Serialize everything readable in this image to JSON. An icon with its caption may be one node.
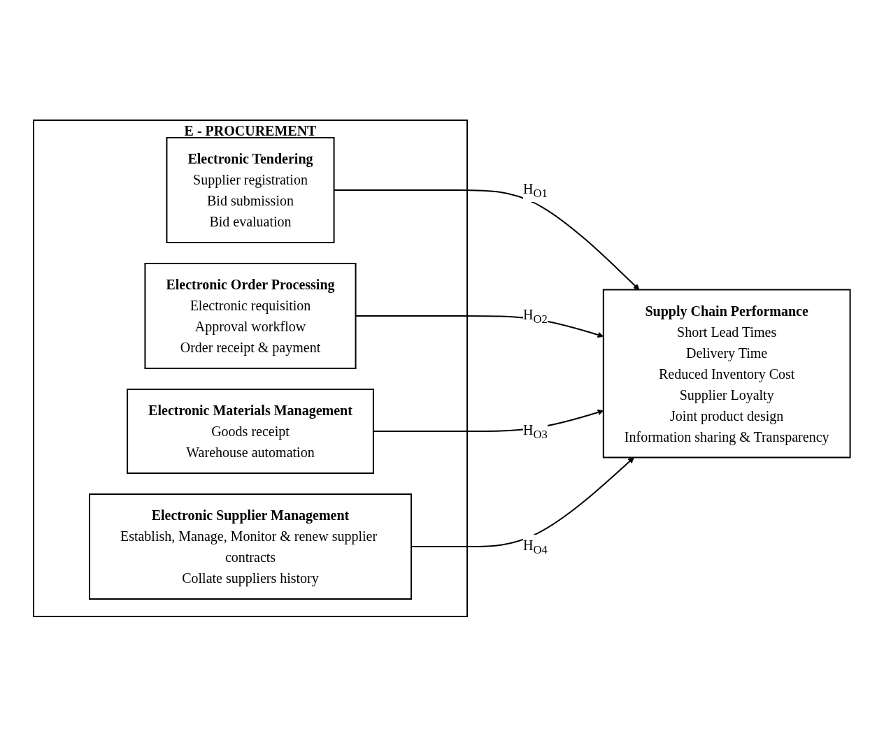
{
  "diagram": {
    "nodes": [
      {
        "text": [
          "E - PROCUREMENT"
        ]
      },
      {
        "text": [
          "Electronic Tendering",
          "Supplier registration",
          "Bid submission",
          "Bid evaluation"
        ],
        "in": 0
      },
      {
        "text": [
          "Electronic Order Processing",
          "Electronic requisition",
          "Approval workflow",
          "Order receipt & payment"
        ],
        "in": 0
      },
      {
        "text": [
          "Electronic Materials Management",
          "Goods receipt",
          "Warehouse automation"
        ],
        "in": 0
      },
      {
        "text": [
          "Electronic Supplier Management",
          "Establish, Manage, Monitor & renew supplier contracts",
          "Collate suppliers history"
        ],
        "in": 0
      },
      {
        "text": [
          "Supply Chain Performance",
          "Short Lead Times",
          "Delivery Time",
          "Reduced Inventory Cost",
          "Supplier Loyalty",
          "Joint product design",
          "Information sharing & Transparency"
        ]
      }
    ],
    "edges": [
      {
        "from": 1,
        "to": 5,
        "arrow": "to",
        "label": "H$_{O1}$"
      },
      {
        "from": 2,
        "to": 5,
        "arrow": "to",
        "label": "H$_{O2}$"
      },
      {
        "from": 3,
        "to": 5,
        "arrow": "to",
        "label": "H$_{O3}$"
      },
      {
        "from": 4,
        "to": 5,
        "arrow": "to",
        "label": "H$_{O4}$"
      }
    ]
  }
}
